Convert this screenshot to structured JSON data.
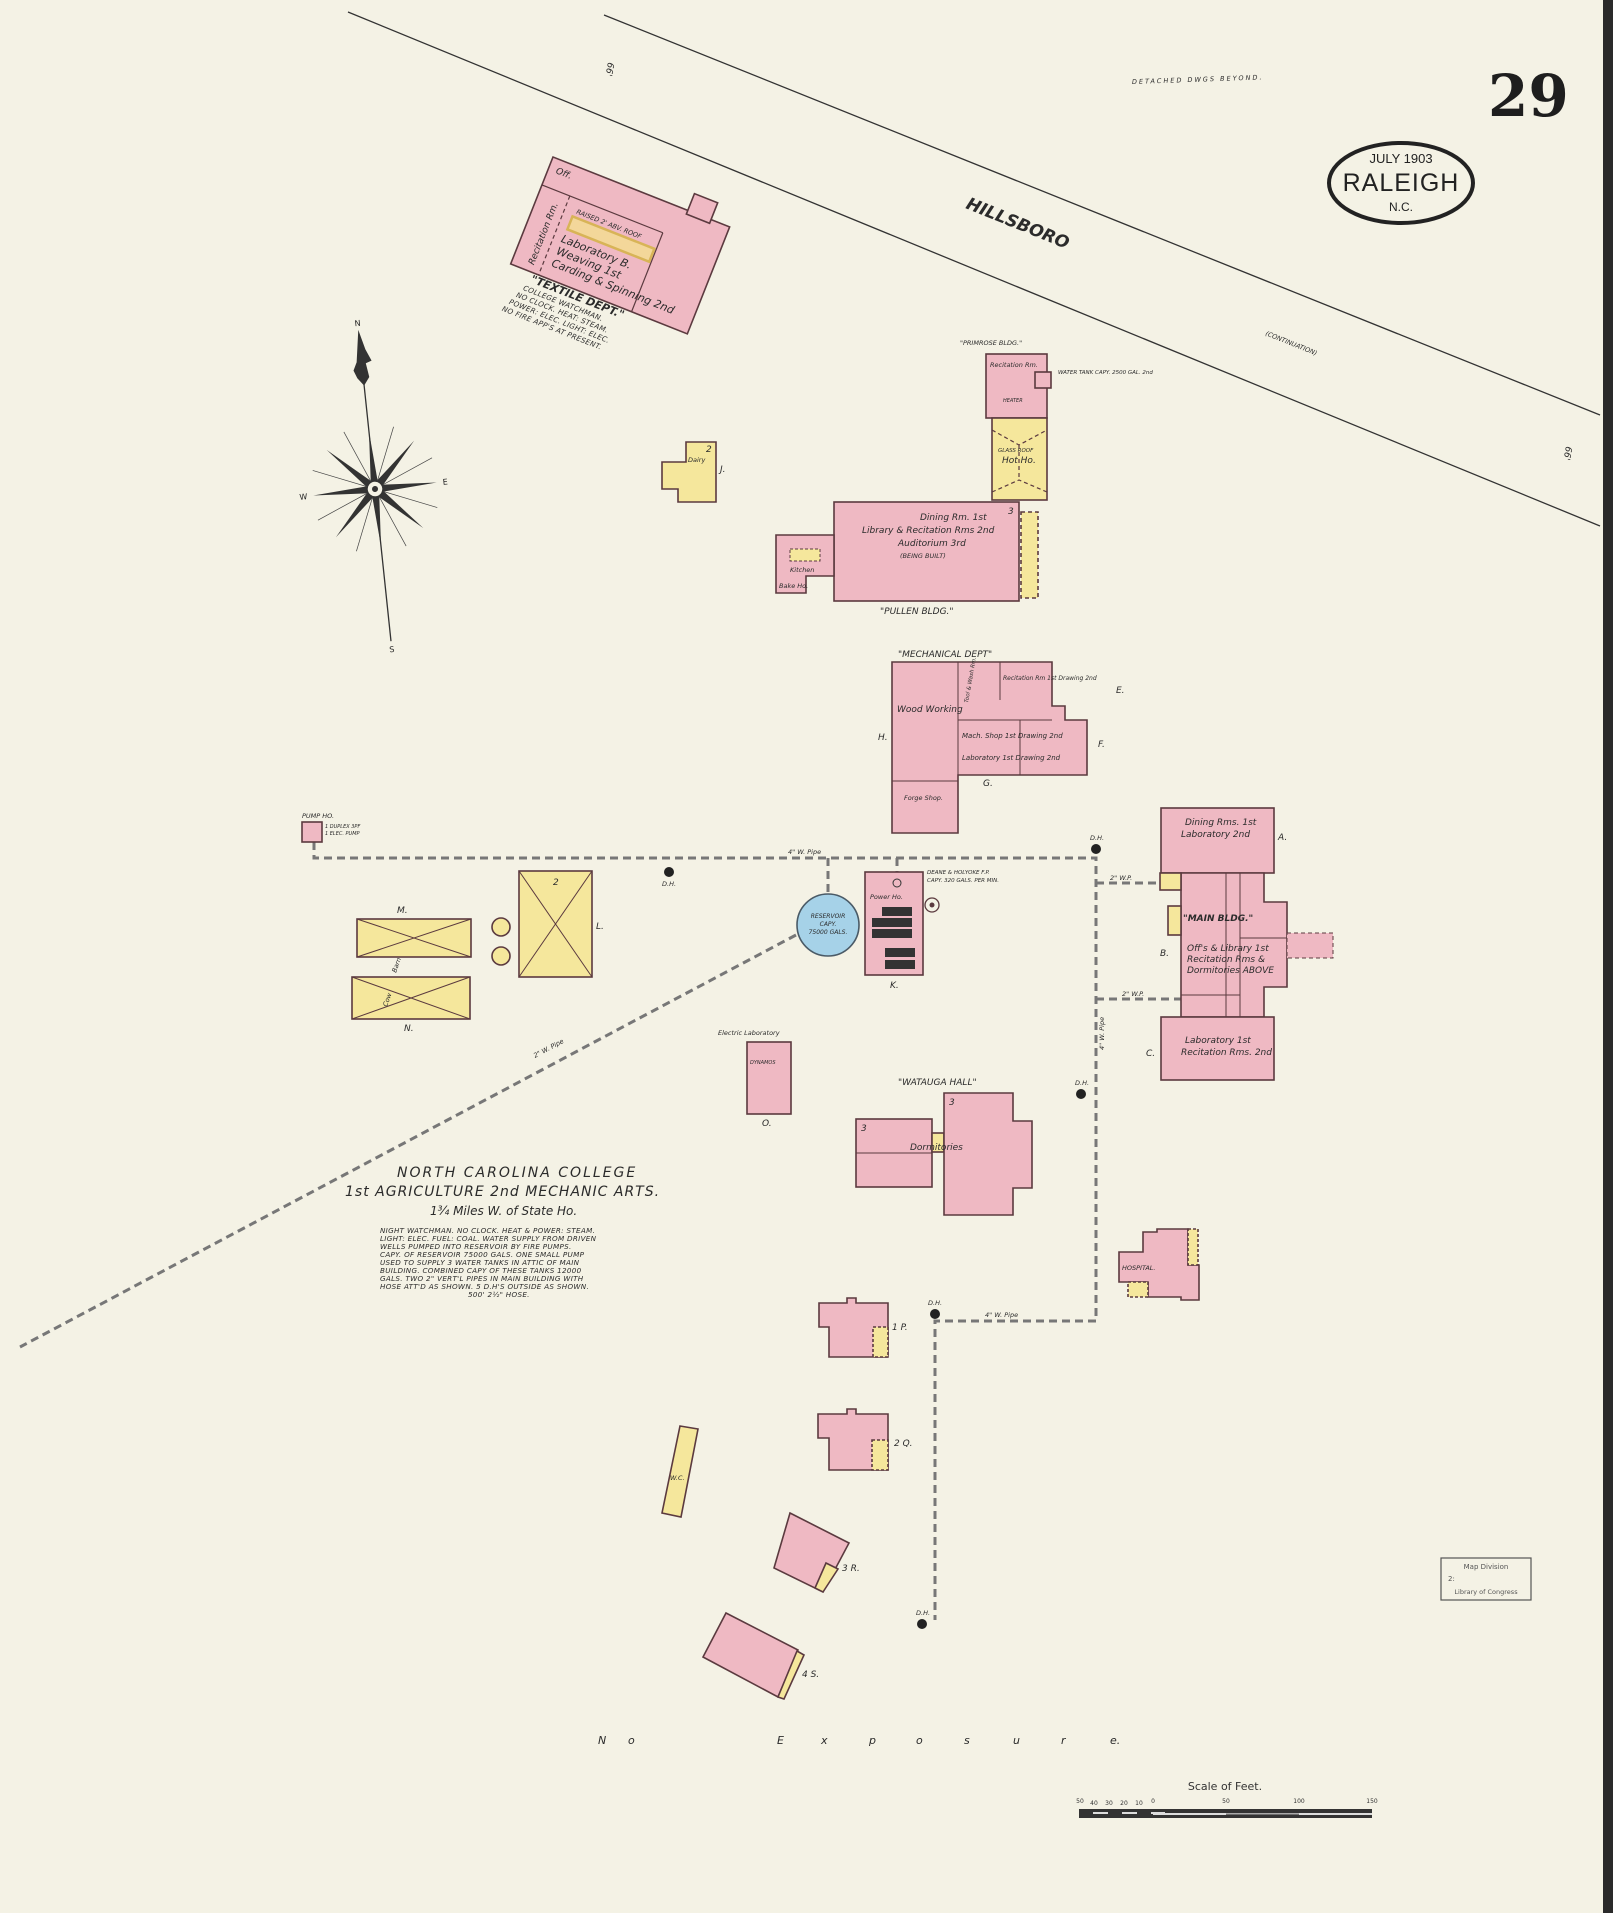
{
  "sheet": {
    "page_number": "29",
    "month_year": "JULY 1903",
    "city": "RALEIGH",
    "state": "N.C."
  },
  "streets": {
    "hillsboro": "HILLSBORO",
    "continuation": "(CONTINUATION)",
    "width_north": "66'",
    "width_east": "66'",
    "detached_note": "DETACHED DWGS BEYOND.",
    "no_exposure": [
      "N",
      "o",
      "E",
      "x",
      "p",
      "o",
      "s",
      "u",
      "r",
      "e."
    ]
  },
  "compass": {
    "n": "N",
    "s": "S",
    "e": "E",
    "w": "W"
  },
  "title": {
    "line1": "NORTH CAROLINA COLLEGE",
    "line2": "1st AGRICULTURE 2nd MECHANIC ARTS.",
    "line3": "1¾ Miles W. of State Ho."
  },
  "notes": [
    "NIGHT WATCHMAN. NO CLOCK. HEAT & POWER: STEAM.",
    "LIGHT: ELEC. FUEL: COAL. WATER SUPPLY FROM DRIVEN",
    "WELLS PUMPED INTO RESERVOIR BY FIRE PUMPS.",
    "CAPY. OF RESERVOIR 75000 GALS. ONE SMALL PUMP",
    "USED TO SUPPLY 3 WATER TANKS IN ATTIC OF MAIN",
    "BUILDING. COMBINED CAPY OF THESE TANKS 12000",
    "GALS. TWO 2\" VERT'L PIPES IN MAIN BUILDING WITH",
    "HOSE ATT'D AS SHOWN. 5 D.H'S OUTSIDE AS SHOWN.",
    "500' 2½\" HOSE."
  ],
  "buildings": {
    "textile": {
      "name": "\"TEXTILE DEPT.\"",
      "office": "Off.",
      "recitation": "Recitation Rm.",
      "lab": "Laboratory B.",
      "weaving": "Weaving 1st",
      "carding": "Carding & Spinning 2nd",
      "raised": "RAISED 2' ABV. ROOF",
      "notes": [
        "COLLEGE WATCHMAN.",
        "NO CLOCK. HEAT: STEAM.",
        "POWER: ELEC. LIGHT: ELEC.",
        "NO FIRE APP'S AT PRESENT."
      ]
    },
    "dairy": {
      "label": "Dairy",
      "letter": "J.",
      "stories": "2"
    },
    "primrose": {
      "name": "\"PRIMROSE BLDG.\"",
      "recitation": "Recitation Rm.",
      "heater": "HEATER",
      "glass_roof": "GLASS ROOF",
      "hot_house": "Hot Ho.",
      "water_tank": "WATER TANK CAPY. 2500 GAL. 2nd"
    },
    "pullen": {
      "name": "\"PULLEN BLDG.\"",
      "line1": "Dining Rm. 1st",
      "line2": "Library & Recitation Rms 2nd",
      "line3": "Auditorium 3rd",
      "line4": "(BEING BUILT)",
      "kitchen": "Kitchen",
      "bake": "Bake Ho.",
      "stories": "3"
    },
    "mechanical": {
      "name": "\"MECHANICAL DEPT\"",
      "wood": "Wood Working",
      "forge": "Forge Shop.",
      "tool": "Tool & Wash Rm.",
      "recitation": "Recitation Rm 1st Drawing 2nd",
      "mach": "Mach. Shop 1st Drawing 2nd",
      "lab": "Laboratory 1st Drawing 2nd",
      "letters": [
        "E.",
        "F.",
        "G.",
        "H."
      ]
    },
    "pump_house": {
      "label": "PUMP HO.",
      "detail1": "1 DUPLEX 3PF",
      "detail2": "1 ELEC. PUMP"
    },
    "barns": {
      "m": "M.",
      "n": "N.",
      "l": "L.",
      "barn": "Barn",
      "cow": "Cow",
      "l_stories": "2"
    },
    "reservoir": {
      "line1": "RESERVOIR",
      "line2": "CAPY.",
      "line3": "75000 GALS."
    },
    "power_house": {
      "label": "Power Ho.",
      "letter": "K.",
      "pump_note1": "DEANE & HOLYOKE F.P.",
      "pump_note2": "CAPY. 320 GALS. PER MIN."
    },
    "main": {
      "name": "\"MAIN BLDG.\"",
      "top1": "Dining Rms. 1st",
      "top2": "Laboratory 2nd",
      "mid1": "Off's & Library 1st",
      "mid2": "Recitation Rms &",
      "mid3": "Dormitories ABOVE",
      "bot1": "Laboratory 1st",
      "bot2": "Recitation Rms. 2nd",
      "letters": [
        "A.",
        "B.",
        "C."
      ]
    },
    "electric_lab": {
      "name": "Electric Laboratory",
      "dynamos": "DYNAMOS",
      "letter": "O."
    },
    "watauga": {
      "name": "\"WATAUGA HALL\"",
      "label": "Dormitories",
      "stories": "3"
    },
    "hospital": {
      "label": "HOSPITAL."
    },
    "houses": {
      "p1": "1 P.",
      "q2": "2 Q.",
      "r3": "3 R.",
      "s4": "4 S.",
      "wc": "W.C."
    }
  },
  "water": {
    "pipe_4in": "4\" W. Pipe",
    "pipe_4in_south": "4\" W. Pipe",
    "pipe_2in": "2\" W. Pipe",
    "pipe_2in_main_a": "2\" W.P.",
    "pipe_2in_main_b": "2\" W.P.",
    "pipe_4in_east": "4\" W. Pipe",
    "hydrant": "D.H."
  },
  "scale": {
    "title": "Scale of Feet.",
    "ticks": [
      "50",
      "40",
      "30",
      "20",
      "10",
      "0",
      "50",
      "100",
      "150"
    ]
  },
  "stamp": {
    "line1": "Map Division",
    "line2": "2:",
    "line3": "Library of Congress"
  },
  "colors": {
    "paper": "#f4f2e5",
    "brick": "#efb9c3",
    "frame": "#f5e79c",
    "reservoir": "#a6d2e8"
  }
}
